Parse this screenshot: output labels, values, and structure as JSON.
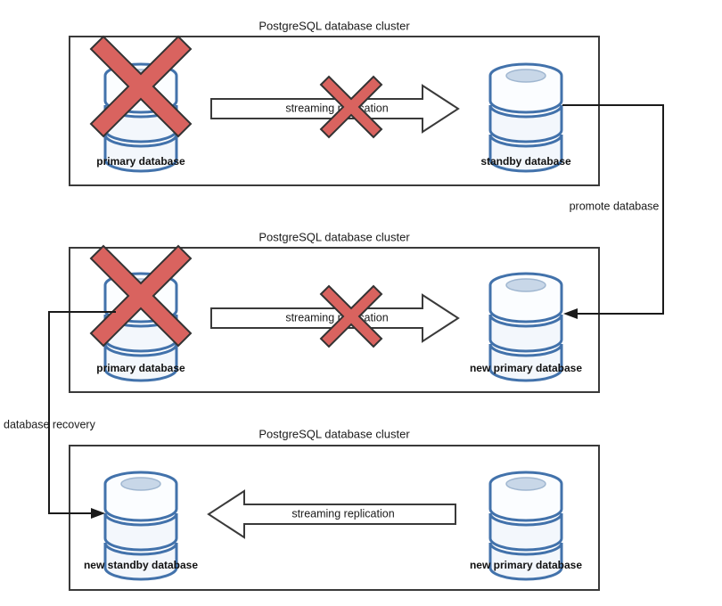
{
  "diagram": {
    "title_text": "PostgreSQL database cluster",
    "colors": {
      "db_outline": "#4272ab",
      "db_fill": "#f3f7fc",
      "db_inner": "#c8d7e8",
      "x_mark": "#d9635f",
      "panel_border": "#3a3a3a",
      "line": "#1a1a1a",
      "text": "#1a1a1a"
    },
    "panels": [
      {
        "id": "panel-top",
        "title": "PostgreSQL database cluster",
        "left_db_label": "primary database",
        "left_db_failed": true,
        "right_db_label": "standby database",
        "right_db_failed": false,
        "arrow_label": "streaming replication",
        "arrow_direction": "right",
        "arrow_failed": true
      },
      {
        "id": "panel-middle",
        "title": "PostgreSQL database cluster",
        "left_db_label": "primary database",
        "left_db_failed": true,
        "right_db_label": "new primary database",
        "right_db_failed": false,
        "arrow_label": "streaming replication",
        "arrow_direction": "right",
        "arrow_failed": true
      },
      {
        "id": "panel-bottom",
        "title": "PostgreSQL database cluster",
        "left_db_label": "new standby database",
        "left_db_failed": false,
        "right_db_label": "new primary database",
        "right_db_failed": false,
        "arrow_label": "streaming replication",
        "arrow_direction": "left",
        "arrow_failed": false
      }
    ],
    "connectors": [
      {
        "id": "promote-database",
        "label": "promote database",
        "from": "standby database",
        "to": "new primary database"
      },
      {
        "id": "database-recovery",
        "label": "database recovery",
        "from": "primary database",
        "to": "new standby database"
      }
    ]
  }
}
